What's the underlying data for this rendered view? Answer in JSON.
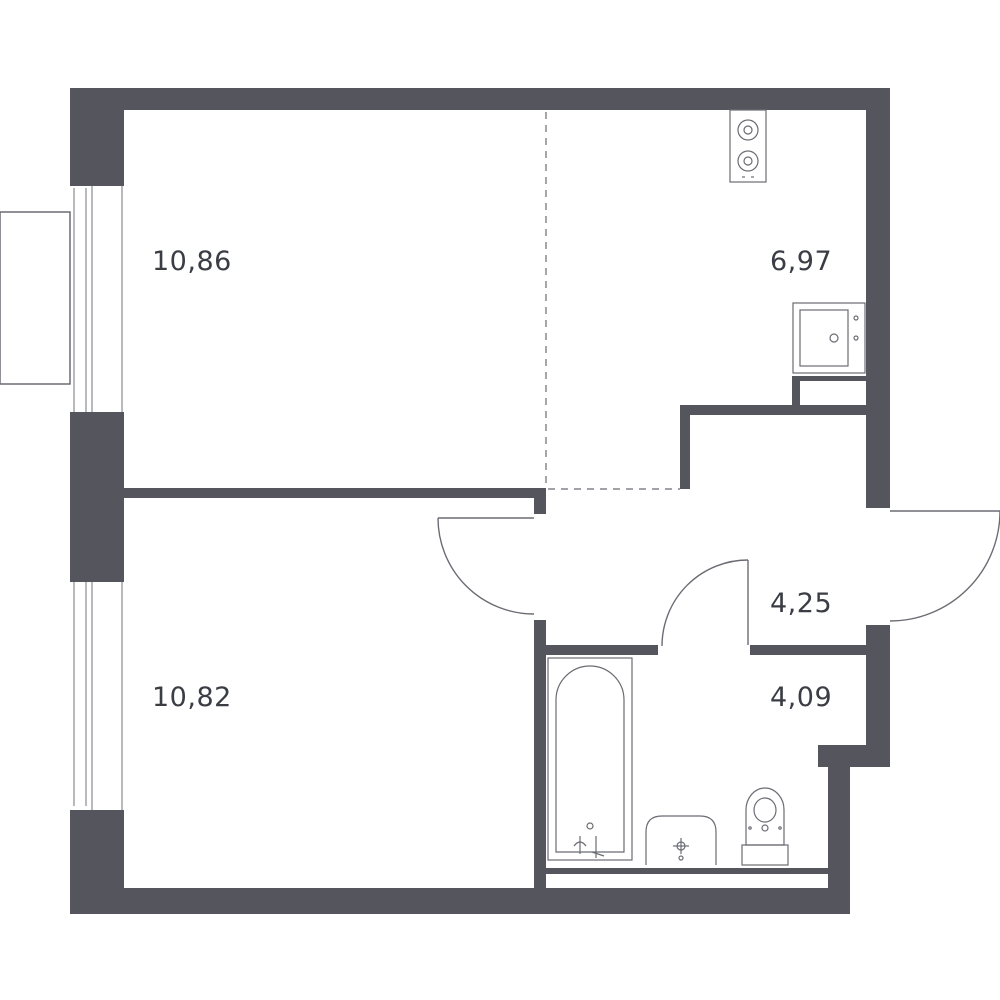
{
  "colors": {
    "wall": "#55565d",
    "line": "#6b6c73",
    "thin": "#8a8b91",
    "background": "#ffffff",
    "text": "#3b3d45"
  },
  "rooms": [
    {
      "id": "room-bedroom",
      "area": "10,86"
    },
    {
      "id": "room-kitchen",
      "area": "6,97"
    },
    {
      "id": "room-living",
      "area": "10,82"
    },
    {
      "id": "room-hall",
      "area": "4,25"
    },
    {
      "id": "room-bathroom",
      "area": "4,09"
    }
  ],
  "fixtures": [
    "stove-icon",
    "kitchen-sink-icon",
    "bathtub-icon",
    "washbasin-icon",
    "toilet-icon"
  ]
}
